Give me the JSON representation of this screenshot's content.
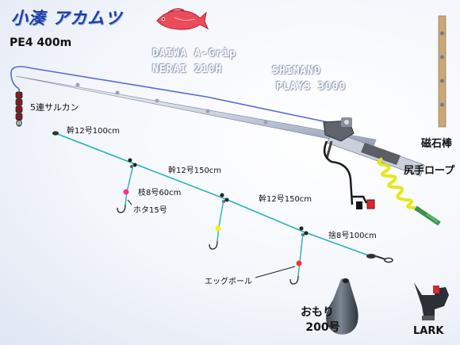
{
  "title": "小湊 アカムツ",
  "main_line": "PE4 400m",
  "rod": {
    "line1": "DAIWA A-Grip",
    "line2": "NERAI 210H"
  },
  "reel": {
    "line1": "SHIMANO",
    "line2": "PLAYS 3000"
  },
  "swivel_label": "5連サルカン",
  "magnet_label": "磁石棒",
  "butt_rope_label": "尻手ロープ",
  "rig": {
    "trunk1": "幹12号100cm",
    "trunk2": "幹12号150cm",
    "trunk3": "幹12号150cm",
    "branch": "枝8号60cm",
    "hook": "ホタ15号",
    "leader": "捨8号100cm",
    "egg_ball": "エッグボール"
  },
  "sinker": {
    "line1": "おもり",
    "line2": "200号"
  },
  "lark_label": "LARK",
  "colors": {
    "title": "#1c3fa8",
    "main_line": "#5a6ad8",
    "rig_line": "#26b3b3",
    "rope": "#e5e81a",
    "bead_pink": "#ff2d8c",
    "bead_yellow": "#ffee00",
    "bead_red": "#ff3030"
  }
}
